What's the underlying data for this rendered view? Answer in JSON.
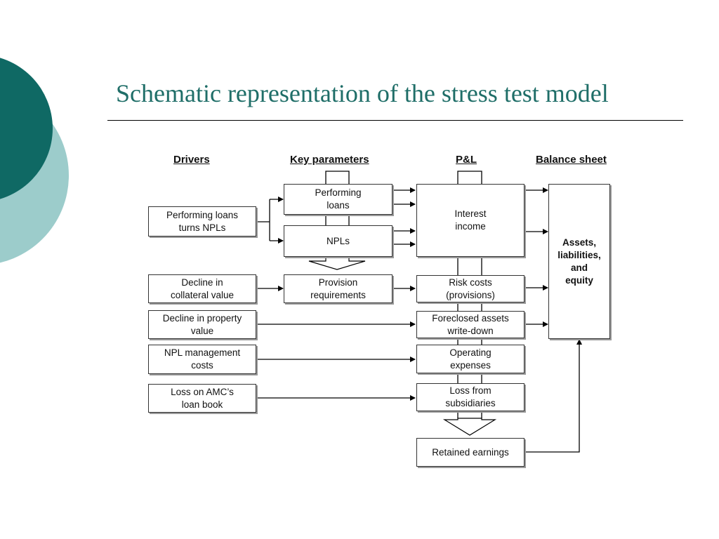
{
  "slide": {
    "title": "Schematic representation of the stress test model",
    "accent_color": "#1f6e68",
    "accent_light_color": "#9ccccb"
  },
  "diagram": {
    "columns": {
      "drivers": "Drivers",
      "key_parameters": "Key parameters",
      "pl": "P&L",
      "balance_sheet": "Balance sheet"
    },
    "drivers": {
      "performing_loans_turns_npls": "Performing loans\nturns NPLs",
      "decline_collateral": "Decline in\ncollateral value",
      "decline_property": "Decline in property\nvalue",
      "npl_management": "NPL management\ncosts",
      "loss_amc": "Loss on AMC’s\nloan book"
    },
    "parameters": {
      "performing_loans": "Performing\nloans",
      "npls": "NPLs",
      "provision_requirements": "Provision\nrequirements"
    },
    "pl": {
      "interest_income": "Interest\nincome",
      "risk_costs": "Risk costs\n(provisions)",
      "foreclosed_assets": "Foreclosed assets\nwrite-down",
      "operating_expenses": "Operating\nexpenses",
      "loss_subsidiaries": "Loss from\nsubsidiaries",
      "retained_earnings": "Retained earnings"
    },
    "balance_sheet": {
      "assets_liabilities_equity": "Assets,\nliabilities,\nand\nequity"
    }
  }
}
